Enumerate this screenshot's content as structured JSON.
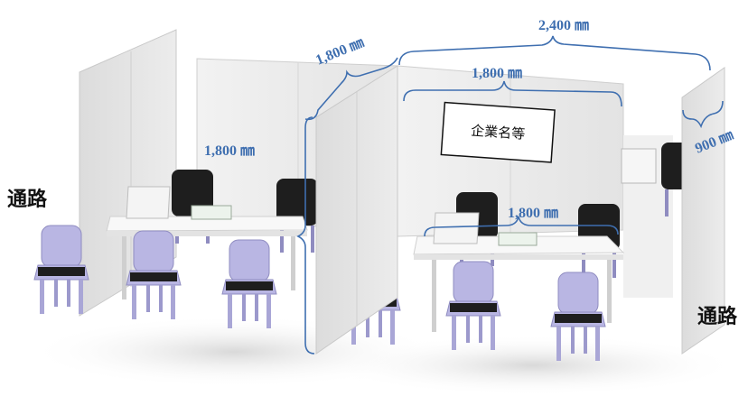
{
  "dimensions": {
    "top_width": "2,400 ㎜",
    "left_depth": "1,800 ㎜",
    "inner_width": "1,800 ㎜",
    "right_depth": "900 ㎜",
    "panel_height": "1,800 ㎜",
    "table_width": "1,800 ㎜"
  },
  "labels": {
    "aisle_left": "通路",
    "aisle_right": "通路",
    "company_sign": "企業名等"
  },
  "colors": {
    "dimension_line": "#3f6fb0",
    "panel": "#eeeeee",
    "chair_seat": "#b9b6e3",
    "chair_back": "#1e1e1e",
    "table": "#f7f7f7"
  }
}
